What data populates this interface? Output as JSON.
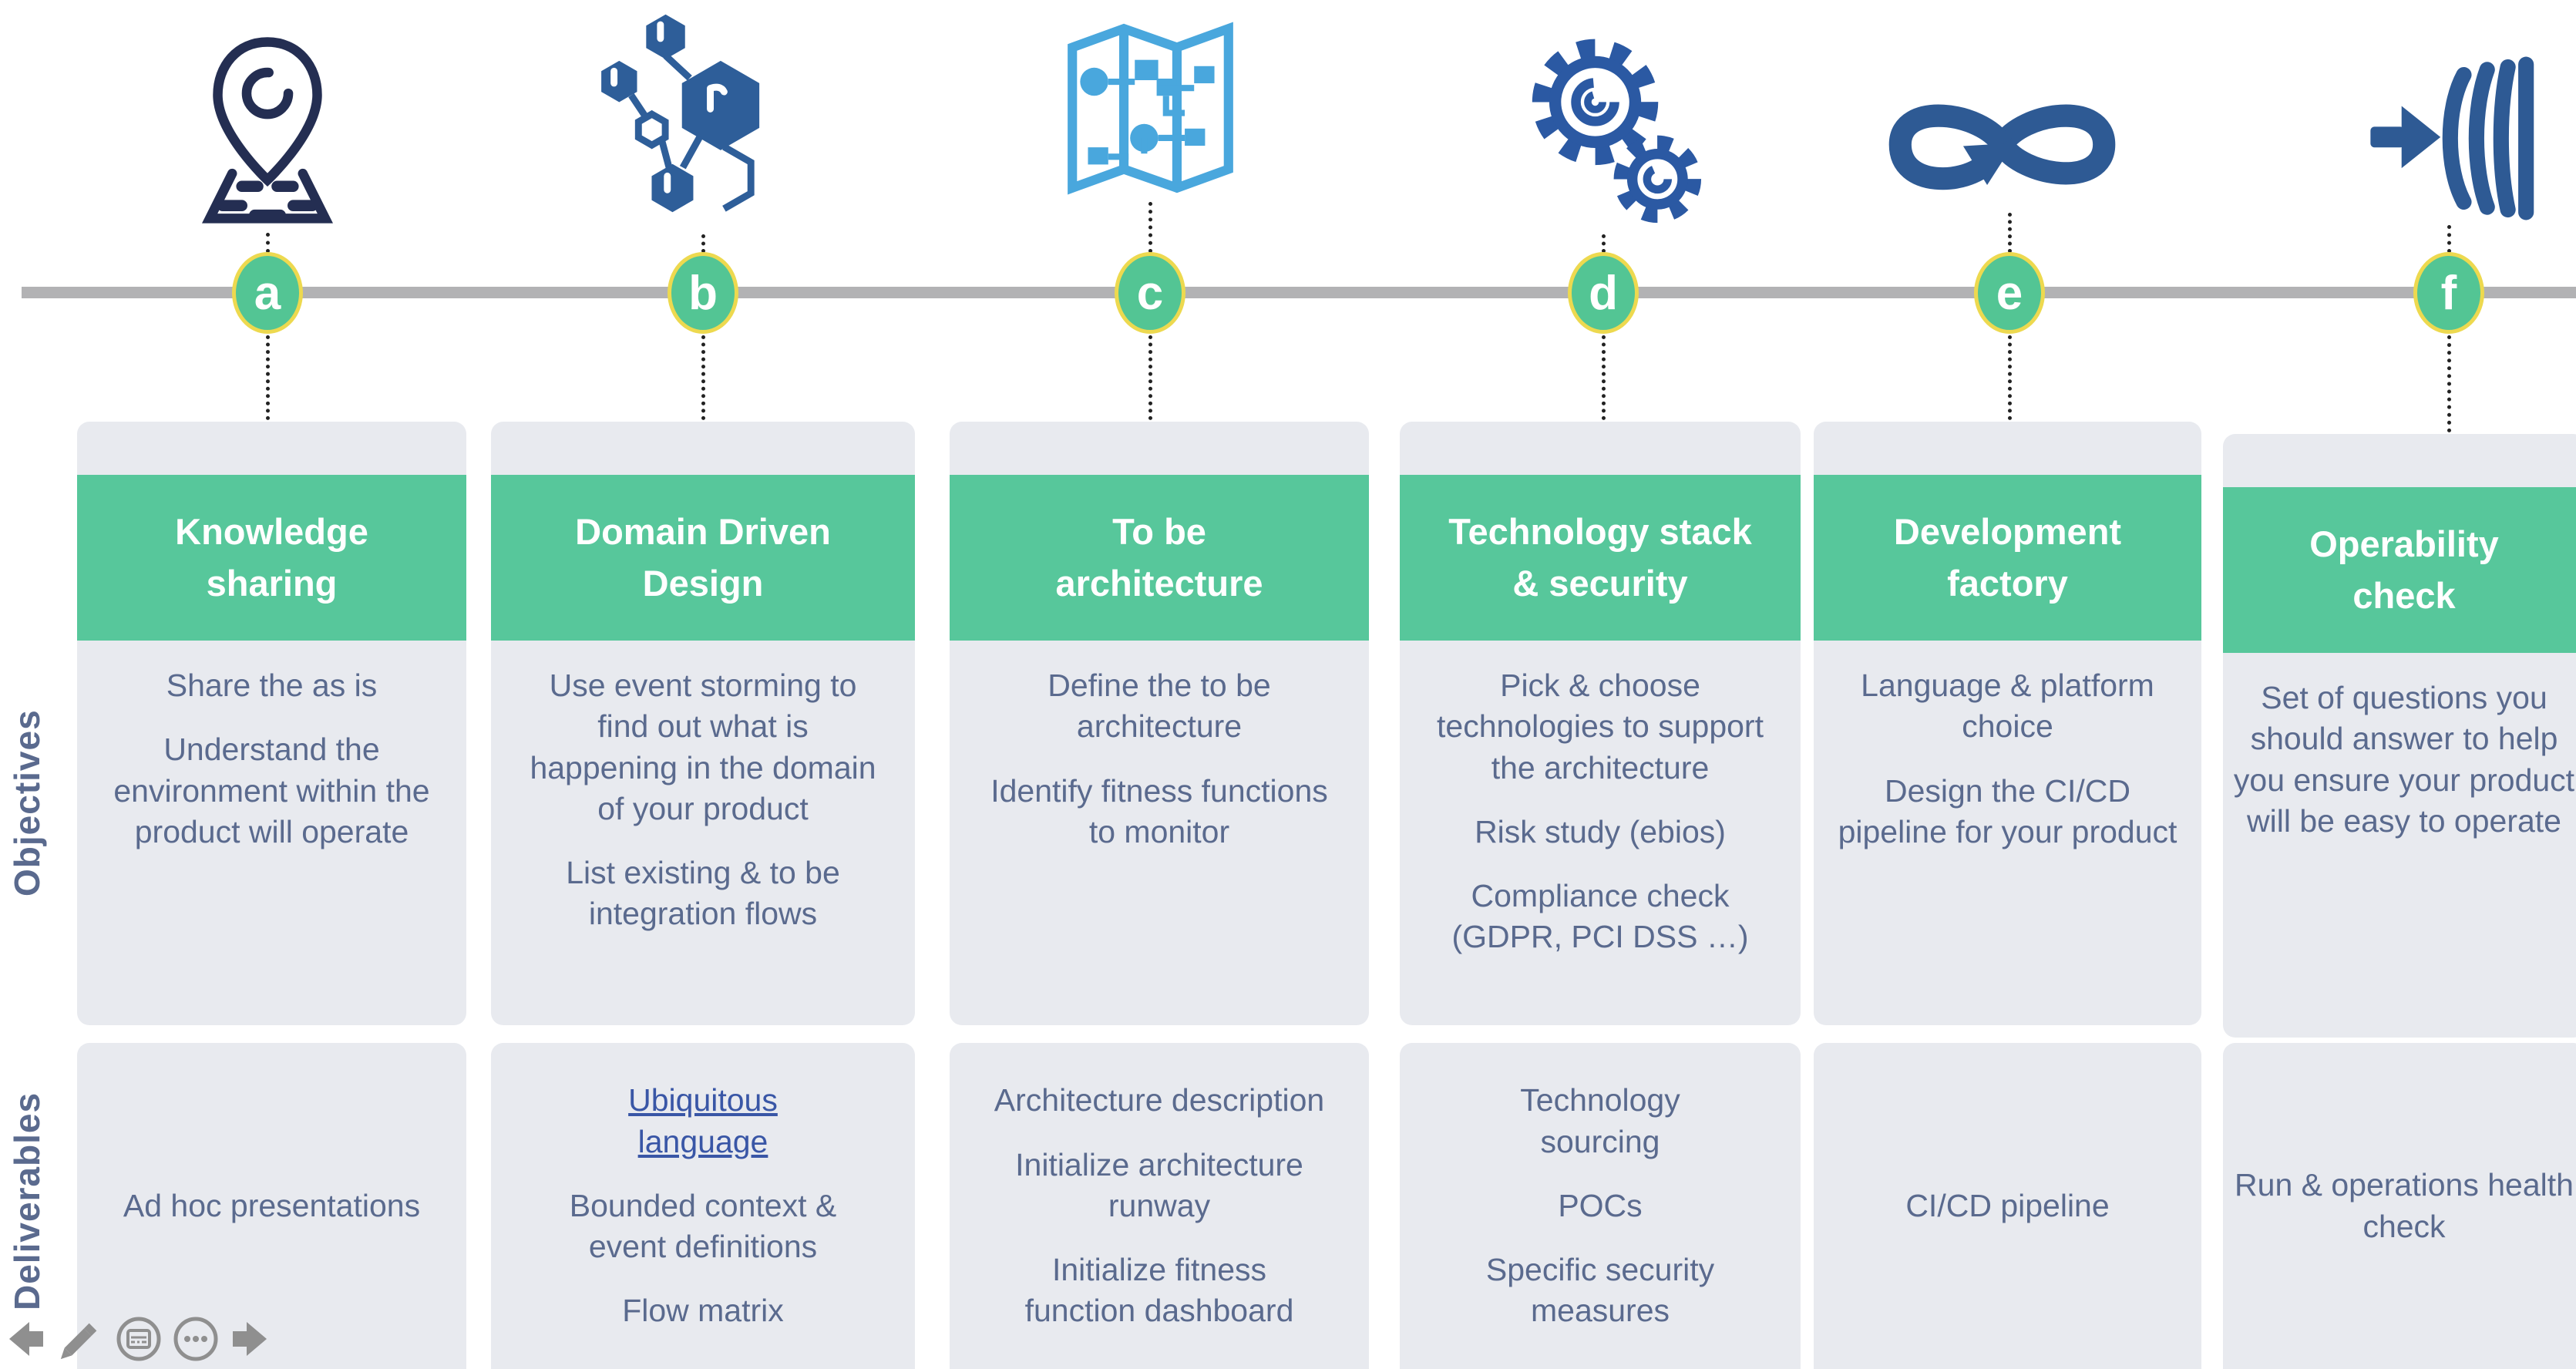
{
  "slide": {
    "row_labels": {
      "objectives": "Objectives",
      "deliverables": "Deliverables"
    },
    "colors": {
      "header_green": "#57C79B",
      "badge_green": "#53C594",
      "badge_ring_yellow": "#EDD94F",
      "card_gray": "#E8EAEF",
      "body_text_slate": "#5A6A8E",
      "link_blue": "#3956A6",
      "timeline_gray": "#B2B2B4",
      "icon_navy": "#242E52",
      "icon_blue": "#2E5E99",
      "icon_light_blue": "#49A7DD",
      "icon_gear_blue": "#2B59A3",
      "controls_gray": "#8F8F8F"
    },
    "columns": [
      {
        "letter": "a",
        "icon": "map-pin-icon",
        "title_lines": [
          "Knowledge",
          "sharing"
        ],
        "objectives": [
          "Share the as is",
          "Understand the environment within the product will operate"
        ],
        "deliverables": [
          {
            "text": "Ad hoc presentations"
          }
        ]
      },
      {
        "letter": "b",
        "icon": "hexagon-cluster-icon",
        "title_lines": [
          "Domain Driven",
          "Design"
        ],
        "objectives": [
          "Use event storming to find out what is happening in the domain of your product",
          "List existing & to be integration flows"
        ],
        "deliverables": [
          {
            "text": "Ubiquitous language",
            "link": true
          },
          {
            "text": "Bounded context & event definitions"
          },
          {
            "text": "Flow matrix"
          }
        ]
      },
      {
        "letter": "c",
        "icon": "folded-map-flowchart-icon",
        "title_lines": [
          "To be",
          "architecture"
        ],
        "objectives": [
          "Define the to be architecture",
          "Identify fitness functions to monitor"
        ],
        "deliverables": [
          {
            "text": "Architecture description"
          },
          {
            "text": "Initialize architecture runway"
          },
          {
            "text": "Initialize fitness function dashboard"
          }
        ]
      },
      {
        "letter": "d",
        "icon": "gears-icon",
        "title_lines": [
          "Technology stack",
          "& security"
        ],
        "objectives": [
          "Pick & choose technologies to support the architecture",
          "Risk study (ebios)",
          "Compliance check (GDPR, PCI DSS …)"
        ],
        "deliverables": [
          {
            "text": "Technology sourcing"
          },
          {
            "text": "POCs"
          },
          {
            "text": "Specific security measures"
          }
        ]
      },
      {
        "letter": "e",
        "icon": "infinity-loop-icon",
        "title_lines": [
          "Development",
          "factory"
        ],
        "objectives": [
          "Language & platform choice",
          "Design the CI/CD pipeline for your product"
        ],
        "deliverables": [
          {
            "text": "CI/CD pipeline"
          }
        ]
      },
      {
        "letter": "f",
        "icon": "impact-arrow-icon",
        "title_lines": [
          "Operability",
          "check"
        ],
        "objectives": [
          "Set of questions you should answer to help you ensure your product will be easy to operate"
        ],
        "deliverables": [
          {
            "text": "Run & operations health check"
          }
        ]
      }
    ],
    "controls": {
      "icons": [
        "previous-arrow-icon",
        "pen-icon",
        "slide-overview-icon",
        "more-options-icon",
        "next-arrow-icon"
      ]
    }
  }
}
